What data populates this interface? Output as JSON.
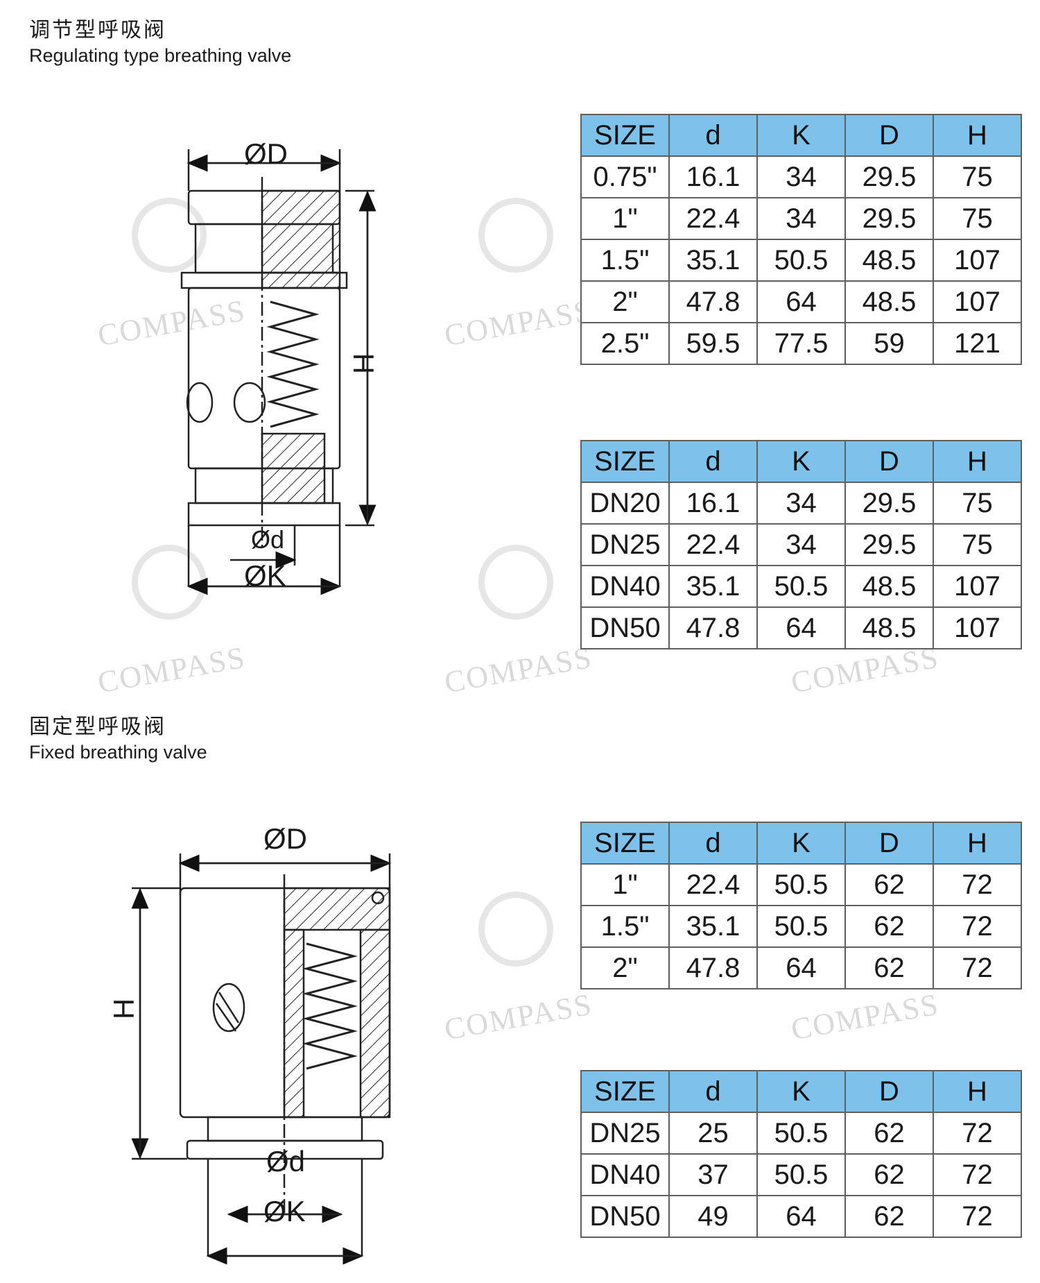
{
  "watermark": "COMPASS",
  "sections": [
    {
      "title_cn": "调节型呼吸阀",
      "title_en": "Regulating type breathing valve",
      "drawing_labels": {
        "outer": "ØD",
        "height": "H",
        "inner": "Ød",
        "clamp": "ØK"
      },
      "tables": [
        {
          "headers": [
            "SIZE",
            "d",
            "K",
            "D",
            "H"
          ],
          "rows": [
            [
              "0.75\"",
              "16.1",
              "34",
              "29.5",
              "75"
            ],
            [
              "1\"",
              "22.4",
              "34",
              "29.5",
              "75"
            ],
            [
              "1.5\"",
              "35.1",
              "50.5",
              "48.5",
              "107"
            ],
            [
              "2\"",
              "47.8",
              "64",
              "48.5",
              "107"
            ],
            [
              "2.5\"",
              "59.5",
              "77.5",
              "59",
              "121"
            ]
          ]
        },
        {
          "headers": [
            "SIZE",
            "d",
            "K",
            "D",
            "H"
          ],
          "rows": [
            [
              "DN20",
              "16.1",
              "34",
              "29.5",
              "75"
            ],
            [
              "DN25",
              "22.4",
              "34",
              "29.5",
              "75"
            ],
            [
              "DN40",
              "35.1",
              "50.5",
              "48.5",
              "107"
            ],
            [
              "DN50",
              "47.8",
              "64",
              "48.5",
              "107"
            ]
          ]
        }
      ]
    },
    {
      "title_cn": "固定型呼吸阀",
      "title_en": "Fixed breathing valve",
      "drawing_labels": {
        "outer": "ØD",
        "height": "H",
        "inner": "Ød",
        "clamp": "ØK"
      },
      "tables": [
        {
          "headers": [
            "SIZE",
            "d",
            "K",
            "D",
            "H"
          ],
          "rows": [
            [
              "1\"",
              "22.4",
              "50.5",
              "62",
              "72"
            ],
            [
              "1.5\"",
              "35.1",
              "50.5",
              "62",
              "72"
            ],
            [
              "2\"",
              "47.8",
              "64",
              "62",
              "72"
            ]
          ]
        },
        {
          "headers": [
            "SIZE",
            "d",
            "K",
            "D",
            "H"
          ],
          "rows": [
            [
              "DN25",
              "25",
              "50.5",
              "62",
              "72"
            ],
            [
              "DN40",
              "37",
              "50.5",
              "62",
              "72"
            ],
            [
              "DN50",
              "49",
              "64",
              "62",
              "72"
            ]
          ]
        }
      ]
    }
  ]
}
